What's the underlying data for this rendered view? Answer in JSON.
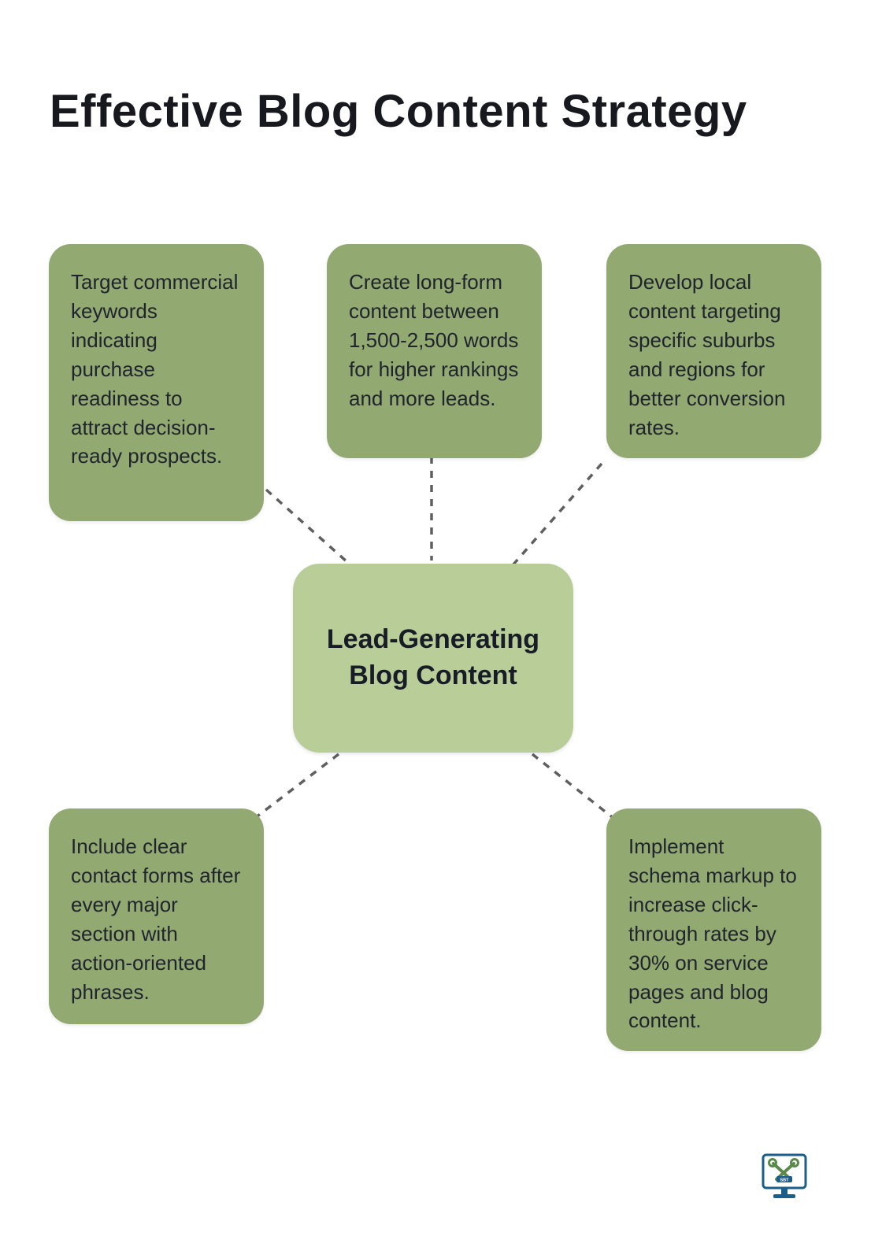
{
  "title": "Effective Blog Content Strategy",
  "center": {
    "label": "Lead-Generating Blog Content"
  },
  "nodes": [
    {
      "id": "top-left",
      "text": "Target commercial keywords indicating purchase readiness to attract decision-ready prospects."
    },
    {
      "id": "top-center",
      "text": "Create long-form content between 1,500-2,500 words for higher rankings and more leads."
    },
    {
      "id": "top-right",
      "text": "Develop local content targeting specific suburbs and regions for better conversion rates."
    },
    {
      "id": "bottom-left",
      "text": "Include clear contact forms after every major section with action-oriented phrases."
    },
    {
      "id": "bottom-right",
      "text": "Implement schema markup to increase click-through rates by 30% on service pages and blog content."
    }
  ],
  "icons": {
    "footer_logo": "monitor-tools-icon"
  },
  "colors": {
    "node_bg": "#92a972",
    "center_bg": "#b9cd99",
    "connector": "#5f5f5f",
    "text": "#20242c",
    "title": "#17191f",
    "logo_blue": "#1b5e8a",
    "logo_green": "#5a8a4a"
  }
}
